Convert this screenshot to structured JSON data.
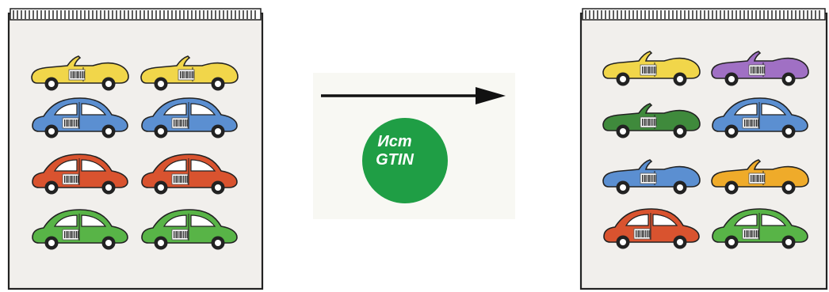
{
  "badge": {
    "line1": "Ист",
    "line2": "GTIN",
    "color": "#1f9e45"
  },
  "panels": [
    {
      "cars": [
        {
          "type": "convertible",
          "color": "#f1d64a"
        },
        {
          "type": "convertible",
          "color": "#f1d64a"
        },
        {
          "type": "beetle",
          "color": "#5b8fd1"
        },
        {
          "type": "beetle",
          "color": "#5b8fd1"
        },
        {
          "type": "beetle",
          "color": "#d9532f"
        },
        {
          "type": "beetle",
          "color": "#d9532f"
        },
        {
          "type": "beetle",
          "color": "#58b447"
        },
        {
          "type": "beetle",
          "color": "#58b447"
        }
      ]
    },
    {
      "cars": [
        {
          "type": "convertible",
          "color": "#f1d64a"
        },
        {
          "type": "convertible",
          "color": "#a070c4"
        },
        {
          "type": "convertible",
          "color": "#3f8a3c"
        },
        {
          "type": "beetle",
          "color": "#5b8fd1"
        },
        {
          "type": "convertible",
          "color": "#5b8fd1"
        },
        {
          "type": "convertible",
          "color": "#efab2a"
        },
        {
          "type": "beetle",
          "color": "#d9532f"
        },
        {
          "type": "beetle",
          "color": "#58b447"
        }
      ]
    }
  ]
}
